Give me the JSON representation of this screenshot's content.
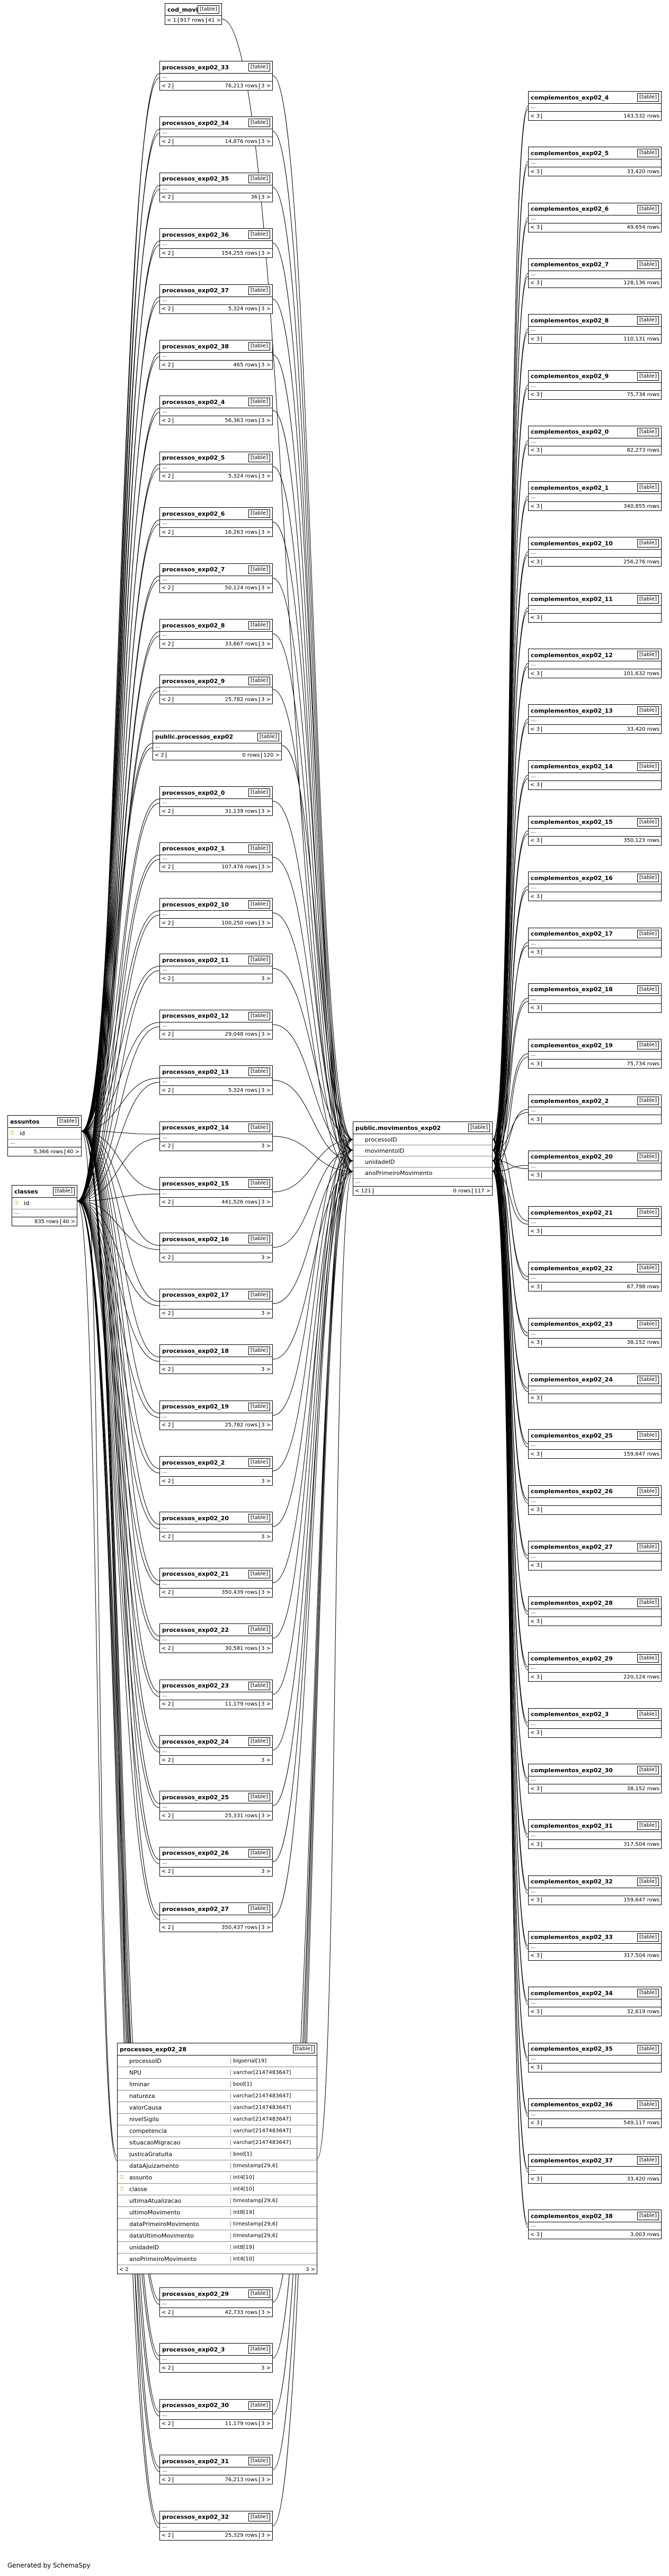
{
  "tag": "[table]",
  "footer": "Generated by SchemaSpy",
  "cod_movimentos": {
    "name": "cod_movimentos",
    "rows": "917 rows",
    "parents": "< 1",
    "children": "41 >"
  },
  "left": [
    {
      "name": "processos_exp02_33",
      "rows": "76,213 rows",
      "parents": "< 2",
      "children": "3 >"
    },
    {
      "name": "processos_exp02_34",
      "rows": "14,876 rows",
      "parents": "< 2",
      "children": "3 >"
    },
    {
      "name": "processos_exp02_35",
      "rows": "36",
      "parents": "< 2",
      "children": "3 >"
    },
    {
      "name": "processos_exp02_36",
      "rows": "154,255 rows",
      "parents": "< 2",
      "children": "3 >"
    },
    {
      "name": "processos_exp02_37",
      "rows": "5,324 rows",
      "parents": "< 2",
      "children": "3 >"
    },
    {
      "name": "processos_exp02_38",
      "rows": "465 rows",
      "parents": "< 2",
      "children": "3 >"
    },
    {
      "name": "processos_exp02_4",
      "rows": "56,363 rows",
      "parents": "< 2",
      "children": "3 >"
    },
    {
      "name": "processos_exp02_5",
      "rows": "5,324 rows",
      "parents": "< 2",
      "children": "3 >"
    },
    {
      "name": "processos_exp02_6",
      "rows": "16,263 rows",
      "parents": "< 2",
      "children": "3 >"
    },
    {
      "name": "processos_exp02_7",
      "rows": "50,124 rows",
      "parents": "< 2",
      "children": "3 >"
    },
    {
      "name": "processos_exp02_8",
      "rows": "33,667 rows",
      "parents": "< 2",
      "children": "3 >"
    },
    {
      "name": "processos_exp02_9",
      "rows": "25,782 rows",
      "parents": "< 2",
      "children": "3 >"
    },
    {
      "name": "public.processos_exp02",
      "rows": "0 rows",
      "parents": "< 2",
      "children": "120 >"
    },
    {
      "name": "processos_exp02_0",
      "rows": "31,139 rows",
      "parents": "< 2",
      "children": "3 >"
    },
    {
      "name": "processos_exp02_1",
      "rows": "107,476 rows",
      "parents": "< 2",
      "children": "3 >"
    },
    {
      "name": "processos_exp02_10",
      "rows": "100,250 rows",
      "parents": "< 2",
      "children": "3 >"
    },
    {
      "name": "processos_exp02_11",
      "rows": "",
      "parents": "< 2",
      "children": "3 >"
    },
    {
      "name": "processos_exp02_12",
      "rows": "29,048 rows",
      "parents": "< 2",
      "children": "3 >"
    },
    {
      "name": "processos_exp02_13",
      "rows": "5,324 rows",
      "parents": "< 2",
      "children": "3 >"
    },
    {
      "name": "processos_exp02_14",
      "rows": "",
      "parents": "< 2",
      "children": "3 >"
    },
    {
      "name": "processos_exp02_15",
      "rows": "441,526 rows",
      "parents": "< 2",
      "children": "3 >"
    },
    {
      "name": "processos_exp02_16",
      "rows": "",
      "parents": "< 2",
      "children": "3 >"
    },
    {
      "name": "processos_exp02_17",
      "rows": "",
      "parents": "< 2",
      "children": "3 >"
    },
    {
      "name": "processos_exp02_18",
      "rows": "",
      "parents": "< 2",
      "children": "3 >"
    },
    {
      "name": "processos_exp02_19",
      "rows": "25,782 rows",
      "parents": "< 2",
      "children": "3 >"
    },
    {
      "name": "processos_exp02_2",
      "rows": "",
      "parents": "< 2",
      "children": "3 >"
    },
    {
      "name": "processos_exp02_20",
      "rows": "",
      "parents": "< 2",
      "children": "3 >"
    },
    {
      "name": "processos_exp02_21",
      "rows": "350,439 rows",
      "parents": "< 2",
      "children": "3 >"
    },
    {
      "name": "processos_exp02_22",
      "rows": "30,581 rows",
      "parents": "< 2",
      "children": "3 >"
    },
    {
      "name": "processos_exp02_23",
      "rows": "11,179 rows",
      "parents": "< 2",
      "children": "3 >"
    },
    {
      "name": "processos_exp02_24",
      "rows": "",
      "parents": "< 2",
      "children": "3 >"
    },
    {
      "name": "processos_exp02_25",
      "rows": "25,331 rows",
      "parents": "< 2",
      "children": "3 >"
    },
    {
      "name": "processos_exp02_26",
      "rows": "",
      "parents": "< 2",
      "children": "3 >"
    },
    {
      "name": "processos_exp02_27",
      "rows": "350,437 rows",
      "parents": "< 2",
      "children": "3 >"
    }
  ],
  "left_bottom": [
    {
      "name": "processos_exp02_29",
      "rows": "42,733 rows",
      "parents": "< 2",
      "children": "3 >"
    },
    {
      "name": "processos_exp02_3",
      "rows": "",
      "parents": "< 2",
      "children": "3 >"
    },
    {
      "name": "processos_exp02_30",
      "rows": "11,179 rows",
      "parents": "< 2",
      "children": "3 >"
    },
    {
      "name": "processos_exp02_31",
      "rows": "76,213 rows",
      "parents": "< 2",
      "children": "3 >"
    },
    {
      "name": "processos_exp02_32",
      "rows": "25,329 rows",
      "parents": "< 2",
      "children": "3 >"
    }
  ],
  "processos_exp02_28": {
    "name": "processos_exp02_28",
    "parents": "< 2",
    "children": "3 >",
    "columns": [
      {
        "n": "processoID",
        "t": "bigserial[19]",
        "k": ""
      },
      {
        "n": "NPU",
        "t": "varchar[2147483647]",
        "k": ""
      },
      {
        "n": "liminar",
        "t": "bool[1]",
        "k": ""
      },
      {
        "n": "natureza",
        "t": "varchar[2147483647]",
        "k": ""
      },
      {
        "n": "valorCausa",
        "t": "varchar[2147483647]",
        "k": ""
      },
      {
        "n": "nivelSigilo",
        "t": "varchar[2147483647]",
        "k": ""
      },
      {
        "n": "competencia",
        "t": "varchar[2147483647]",
        "k": ""
      },
      {
        "n": "situacaoMigracao",
        "t": "varchar[2147483647]",
        "k": ""
      },
      {
        "n": "justicaGratuita",
        "t": "bool[1]",
        "k": ""
      },
      {
        "n": "dataAjuizamento",
        "t": "timestamp[29,6]",
        "k": ""
      },
      {
        "n": "assunto",
        "t": "int4[10]",
        "k": "⚿"
      },
      {
        "n": "classe",
        "t": "int4[10]",
        "k": "⚿"
      },
      {
        "n": "ultimaAtualizacao",
        "t": "timestamp[29,6]",
        "k": ""
      },
      {
        "n": "ultimoMovimento",
        "t": "int8[19]",
        "k": ""
      },
      {
        "n": "dataPrimeiroMovimento",
        "t": "timestamp[29,6]",
        "k": ""
      },
      {
        "n": "dataUltimoMovimento",
        "t": "timestamp[29,6]",
        "k": ""
      },
      {
        "n": "unidadeID",
        "t": "int8[19]",
        "k": ""
      },
      {
        "n": "anoPrimeiroMovimento",
        "t": "int4[10]",
        "k": ""
      }
    ]
  },
  "assuntos": {
    "name": "assuntos",
    "col": "id",
    "rows": "5,366 rows",
    "children": "40 >"
  },
  "classes": {
    "name": "classes",
    "col": "id",
    "rows": "835 rows",
    "children": "40 >"
  },
  "movimentos": {
    "name": "public.movimentos_exp02",
    "columns": [
      "processoID",
      "movimentoID",
      "unidadeID",
      "anoPrimeiroMovimento"
    ],
    "parents": "< 121",
    "rows": "0 rows",
    "children": "117 >"
  },
  "right": [
    {
      "name": "complementos_exp02_4",
      "rows": "143,532 rows",
      "parents": "< 3"
    },
    {
      "name": "complementos_exp02_5",
      "rows": "33,420 rows",
      "parents": "< 3"
    },
    {
      "name": "complementos_exp02_6",
      "rows": "49,654 rows",
      "parents": "< 3"
    },
    {
      "name": "complementos_exp02_7",
      "rows": "128,136 rows",
      "parents": "< 3"
    },
    {
      "name": "complementos_exp02_8",
      "rows": "110,131 rows",
      "parents": "< 3"
    },
    {
      "name": "complementos_exp02_9",
      "rows": "75,734 rows",
      "parents": "< 3"
    },
    {
      "name": "complementos_exp02_0",
      "rows": "82,273 rows",
      "parents": "< 3"
    },
    {
      "name": "complementos_exp02_1",
      "rows": "340,855 rows",
      "parents": "< 3"
    },
    {
      "name": "complementos_exp02_10",
      "rows": "256,276 rows",
      "parents": "< 3"
    },
    {
      "name": "complementos_exp02_11",
      "rows": "",
      "parents": "< 3"
    },
    {
      "name": "complementos_exp02_12",
      "rows": "101,632 rows",
      "parents": "< 3"
    },
    {
      "name": "complementos_exp02_13",
      "rows": "33,420 rows",
      "parents": "< 3"
    },
    {
      "name": "complementos_exp02_14",
      "rows": "",
      "parents": "< 3"
    },
    {
      "name": "complementos_exp02_15",
      "rows": "350,123 rows",
      "parents": "< 3"
    },
    {
      "name": "complementos_exp02_16",
      "rows": "",
      "parents": "< 3"
    },
    {
      "name": "complementos_exp02_17",
      "rows": "",
      "parents": "< 3"
    },
    {
      "name": "complementos_exp02_18",
      "rows": "",
      "parents": "< 3"
    },
    {
      "name": "complementos_exp02_19",
      "rows": "75,734 rows",
      "parents": "< 3"
    },
    {
      "name": "complementos_exp02_2",
      "rows": "",
      "parents": "< 3"
    },
    {
      "name": "complementos_exp02_20",
      "rows": "",
      "parents": "< 3"
    },
    {
      "name": "complementos_exp02_21",
      "rows": "",
      "parents": "< 3"
    },
    {
      "name": "complementos_exp02_22",
      "rows": "67,798 rows",
      "parents": "< 3"
    },
    {
      "name": "complementos_exp02_23",
      "rows": "38,152 rows",
      "parents": "< 3"
    },
    {
      "name": "complementos_exp02_24",
      "rows": "",
      "parents": "< 3"
    },
    {
      "name": "complementos_exp02_25",
      "rows": "159,647 rows",
      "parents": "< 3"
    },
    {
      "name": "complementos_exp02_26",
      "rows": "",
      "parents": "< 3"
    },
    {
      "name": "complementos_exp02_27",
      "rows": "",
      "parents": "< 3"
    },
    {
      "name": "complementos_exp02_28",
      "rows": "",
      "parents": "< 3"
    },
    {
      "name": "complementos_exp02_29",
      "rows": "220,124 rows",
      "parents": "< 3"
    },
    {
      "name": "complementos_exp02_3",
      "rows": "",
      "parents": "< 3"
    },
    {
      "name": "complementos_exp02_30",
      "rows": "38,152 rows",
      "parents": "< 3"
    },
    {
      "name": "complementos_exp02_31",
      "rows": "317,504 rows",
      "parents": "< 3"
    },
    {
      "name": "complementos_exp02_32",
      "rows": "159,647 rows",
      "parents": "< 3"
    },
    {
      "name": "complementos_exp02_33",
      "rows": "317,504 rows",
      "parents": "< 3"
    },
    {
      "name": "complementos_exp02_34",
      "rows": "32,619 rows",
      "parents": "< 3"
    },
    {
      "name": "complementos_exp02_35",
      "rows": "",
      "parents": "< 3"
    },
    {
      "name": "complementos_exp02_36",
      "rows": "549,117 rows",
      "parents": "< 3"
    },
    {
      "name": "complementos_exp02_37",
      "rows": "33,420 rows",
      "parents": "< 3"
    },
    {
      "name": "complementos_exp02_38",
      "rows": "3,003 rows",
      "parents": "< 3"
    }
  ]
}
